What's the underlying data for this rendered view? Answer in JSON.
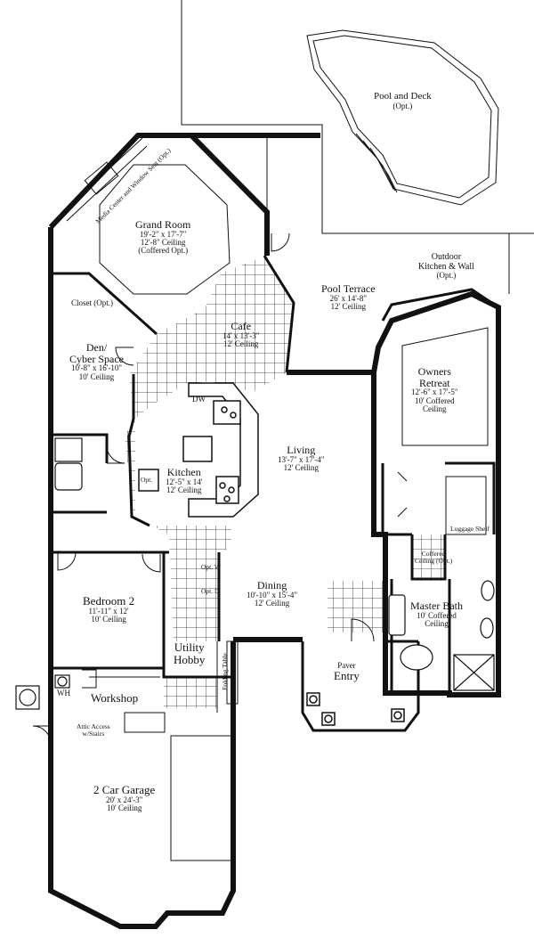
{
  "plan": {
    "pool_and_deck": {
      "name": "Pool and Deck",
      "note": "(Opt.)"
    },
    "grand_room": {
      "name": "Grand Room",
      "dims": "19'-2\" x 17'-7\"",
      "ceiling": "12'-8\" Ceiling",
      "note": "(Coffered Opt.)"
    },
    "media_center": "Media Center and Window Seat (Opt.)",
    "closet": "Closet (Opt.)",
    "den": {
      "name_line1": "Den/",
      "name_line2": "Cyber Space",
      "dims": "10'-8\" x 16'-10\"",
      "ceiling": "10' Ceiling"
    },
    "cafe": {
      "name": "Cafe",
      "dims": "14' x 13'-3\"",
      "ceiling": "12' Ceiling"
    },
    "pool_terrace": {
      "name": "Pool Terrace",
      "dims": "26' x 14'-8\"",
      "ceiling": "12' Ceiling"
    },
    "outdoor_kitchen": {
      "line1": "Outdoor",
      "line2": "Kitchen & Wall",
      "note": "(Opt.)"
    },
    "owners_retreat": {
      "line1": "Owners",
      "line2": "Retreat",
      "dims": "12'-6\" x 17'-5\"",
      "ceiling1": "10' Coffered",
      "ceiling2": "Ceiling"
    },
    "living": {
      "name": "Living",
      "dims": "13'-7\" x 17'-4\"",
      "ceiling": "12' Ceiling"
    },
    "kitchen": {
      "name": "Kitchen",
      "dims": "12'-5\" x 14'",
      "ceiling": "12' Ceiling",
      "dw": "DW",
      "opt": "Opt."
    },
    "bedroom2": {
      "name": "Bedroom 2",
      "dims": "11'-11\" x 12'",
      "ceiling": "10' Ceiling"
    },
    "dining": {
      "name": "Dining",
      "dims": "10'-10\" x 15'-4\"",
      "ceiling": "12' Ceiling"
    },
    "master_bath": {
      "name": "Master Bath",
      "ceiling1": "10' Coffered",
      "ceiling2": "Ceiling"
    },
    "coffered_opt": {
      "line1": "Coffered",
      "line2": "Ceiling (Opt.)"
    },
    "luggage_shelf": "Luggage Shelf",
    "utility": {
      "line1": "Utility",
      "line2": "Hobby"
    },
    "opt_w": "Opt. W",
    "opt_d": "Opt. D",
    "folding_table": "Folding Table",
    "entry": {
      "name": "Entry",
      "note": "Paver"
    },
    "workshop": "Workshop",
    "wh": "WH",
    "attic": {
      "line1": "Attic Access",
      "line2": "w/Stairs"
    },
    "garage": {
      "name": "2 Car Garage",
      "dims": "20' x 24'-3\"",
      "ceiling": "10' Ceiling"
    }
  }
}
